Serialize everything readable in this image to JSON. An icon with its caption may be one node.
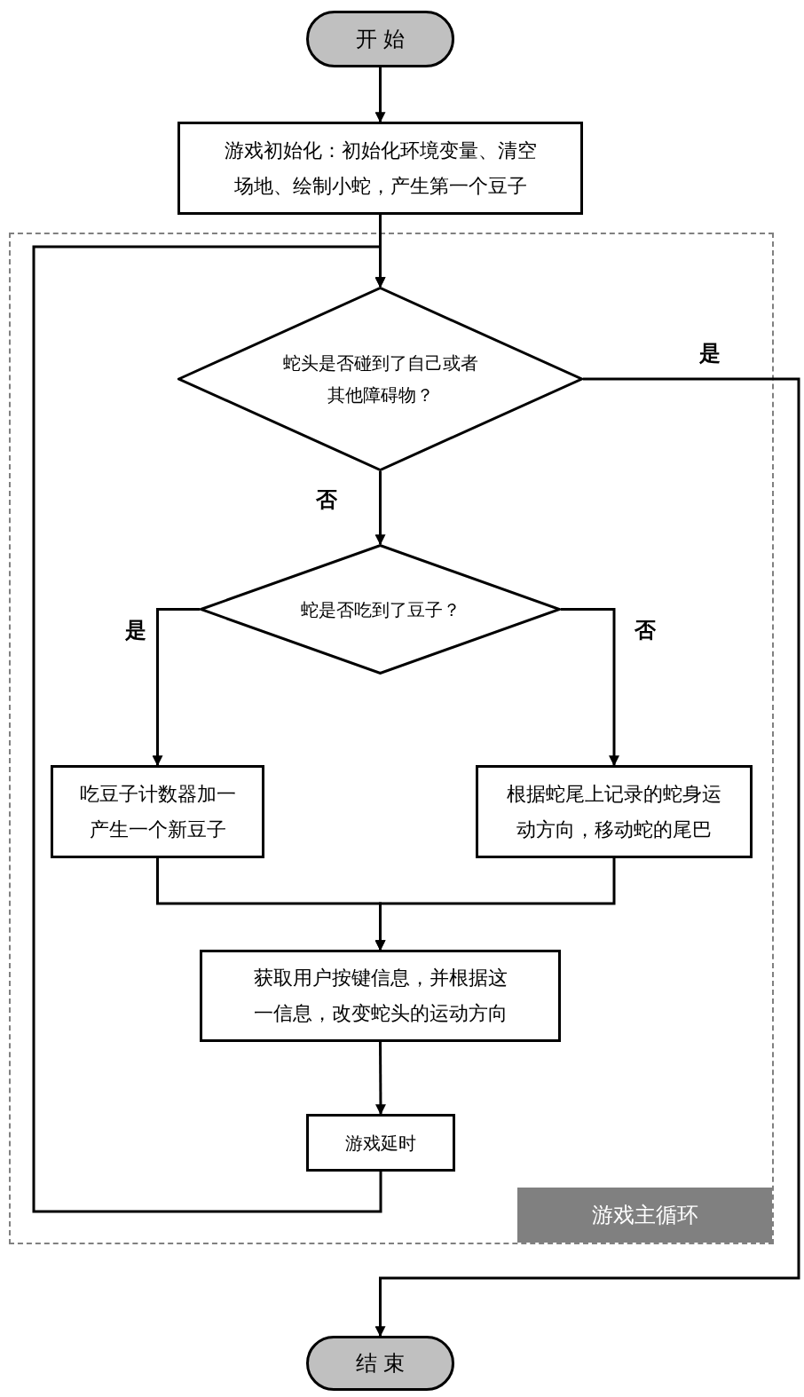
{
  "diagram": {
    "nodes": [
      {
        "text": [
          "开 始"
        ]
      },
      {
        "text": [
          "游戏初始化：初始化环境变量、清空场地、绘制小蛇，产生第一个豆子"
        ]
      },
      {
        "text": [
          "游戏主循环"
        ]
      },
      {
        "text": [
          "蛇头是否碰到了自己或者其他障碍物？"
        ],
        "in": 2
      },
      {
        "text": [
          "蛇是否吃到了豆子？"
        ],
        "in": 2
      },
      {
        "text": [
          "吃豆子计数器加一产生一个新豆子"
        ],
        "in": 2
      },
      {
        "text": [
          "根据蛇尾上记录的蛇身运动方向，移动蛇的尾巴"
        ],
        "in": 2
      },
      {
        "text": [
          "获取用户按键信息，并根据这一信息，改变蛇头的运动方向"
        ],
        "in": 2
      },
      {
        "text": [
          "游戏延时"
        ],
        "in": 2
      },
      {
        "text": [
          "结 束"
        ]
      }
    ],
    "edges": [
      {
        "from": 0,
        "to": 1,
        "arrow": "to"
      },
      {
        "from": 1,
        "to": 3,
        "arrow": "to"
      },
      {
        "from": 3,
        "to": 9,
        "arrow": "to",
        "label": "是"
      },
      {
        "from": 3,
        "to": 4,
        "arrow": "to",
        "label": "否"
      },
      {
        "from": 4,
        "to": 5,
        "arrow": "to",
        "label": "是"
      },
      {
        "from": 4,
        "to": 6,
        "arrow": "to",
        "label": "否"
      },
      {
        "from": 5,
        "to": 7,
        "arrow": "to"
      },
      {
        "from": 6,
        "to": 7,
        "arrow": "to"
      },
      {
        "from": 7,
        "to": 8,
        "arrow": "to"
      },
      {
        "from": 8,
        "to": 3,
        "arrow": "to"
      }
    ]
  }
}
